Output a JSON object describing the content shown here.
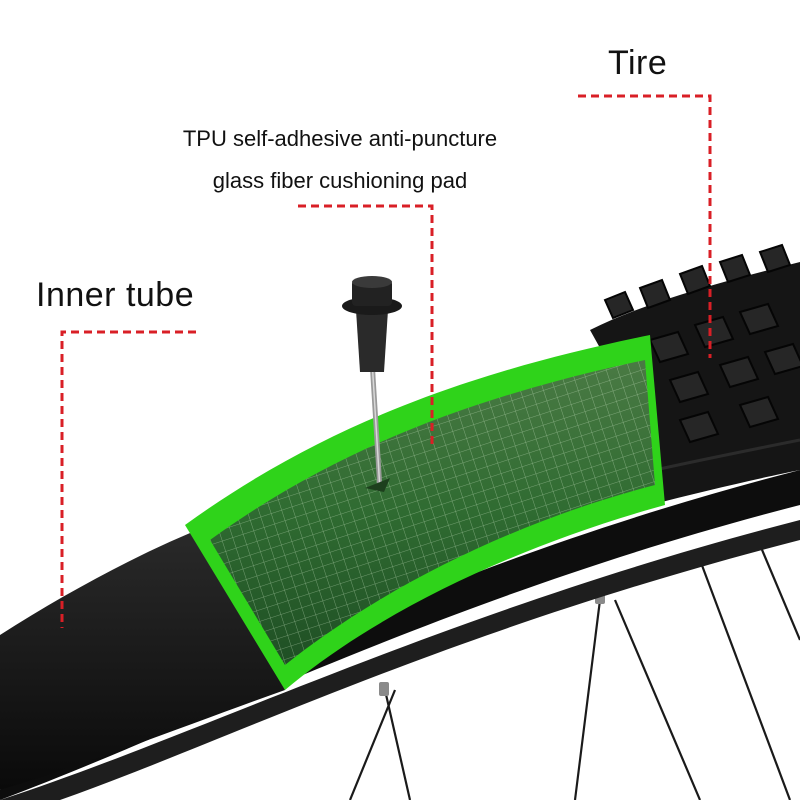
{
  "labels": {
    "tire": "Tire",
    "pad_line1": "TPU self-adhesive anti-puncture",
    "pad_line2": "glass fiber cushioning pad",
    "inner_tube": "Inner tube"
  },
  "colors": {
    "leader_line": "#d91f26",
    "pad_green": "#2fd31a",
    "tube_black": "#141414",
    "rim_black": "#0d0d0d"
  }
}
